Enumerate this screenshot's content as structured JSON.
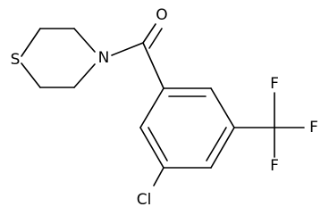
{
  "molecule": {
    "atoms": {
      "sulfur": "S",
      "nitrogen": "N",
      "oxygen": "O",
      "chlorine": "Cl",
      "fluorine_1": "F",
      "fluorine_2": "F",
      "fluorine_3": "F"
    }
  },
  "colors": {
    "bond": "#000000",
    "background": "#ffffff"
  }
}
